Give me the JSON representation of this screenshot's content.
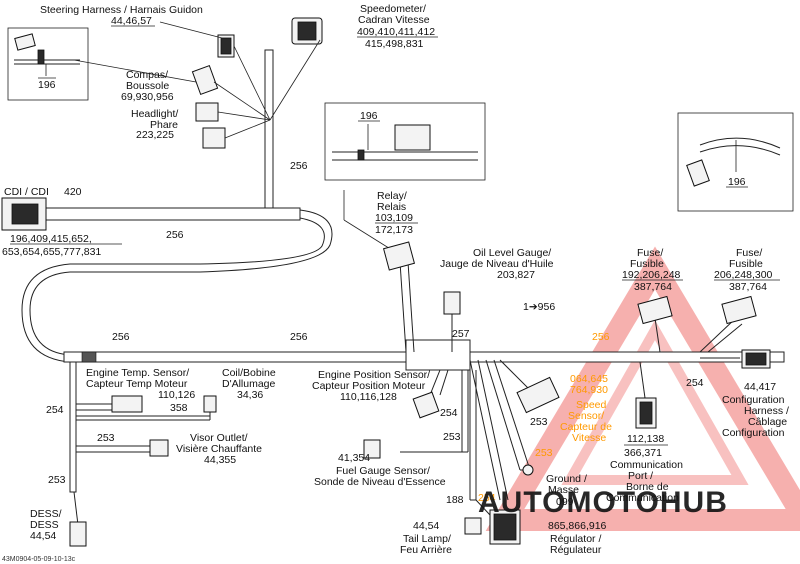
{
  "labels": {
    "steering_harness": "Steering Harness / Harnais Guidon",
    "steering_harness_nums": "44,46,57",
    "speedometer_1": "Speedometer/",
    "speedometer_2": "Cadran Vitesse",
    "speedometer_nums_1": "409,410,411,412",
    "speedometer_nums_2": "415,498,831",
    "inset_196_a": "196",
    "compas_1": "Compas/",
    "compas_2": "Boussole",
    "compas_nums": "69,930,956",
    "headlight_1": "Headlight/",
    "headlight_2": "Phare",
    "headlight_nums": "223,225",
    "inset_196_b": "196",
    "inset_196_c": "196",
    "wire_256_a": "256",
    "cdi": "CDI / CDI",
    "cdi_num": "420",
    "cdi_nums_1": "196,409,415,652,",
    "cdi_nums_2": "653,654,655,777,831",
    "wire_256_b": "256",
    "relay_1": "Relay/",
    "relay_2": "Relais",
    "relay_nums_1": "103,109",
    "relay_nums_2": "172,173",
    "oil_1": "Oil Level Gauge/",
    "oil_2": "Jauge de Niveau d'Huile",
    "oil_nums": "203,827",
    "fuse_a_1": "Fuse/",
    "fuse_a_2": "Fusible",
    "fuse_a_nums_1": "192,206,248",
    "fuse_a_nums_2": "387,764",
    "fuse_b_1": "Fuse/",
    "fuse_b_2": "Fusible",
    "fuse_b_nums_1": "206,248,300",
    "fuse_b_nums_2": "387,764",
    "ref_956": "1➔956",
    "wire_256_c": "256",
    "wire_256_d": "256",
    "wire_257": "257",
    "wire_256_e": "256",
    "engine_temp_1": "Engine Temp. Sensor/",
    "engine_temp_2": "Capteur Temp Moteur",
    "engine_temp_nums": "110,126",
    "engine_temp_358": "358",
    "coil_1": "Coil/Bobine",
    "coil_2": "D'Allumage",
    "coil_nums": "34,36",
    "engine_pos_1": "Engine Position Sensor/",
    "engine_pos_2": "Capteur Position Moteur",
    "engine_pos_nums": "110,116,128",
    "wire_254_a": "254",
    "wire_254_b": "254",
    "wire_254_c": "254",
    "wire_253_a": "253",
    "wire_253_b": "253",
    "wire_253_c": "253",
    "wire_253_d": "253",
    "wire_253_e": "253",
    "speed_nums_1": "064,645",
    "speed_nums_2": "764,930",
    "speed_1": "Speed",
    "speed_2": "Sensor/",
    "speed_3": "Capteur de",
    "speed_4": "Vitesse",
    "config_nums": "44,417",
    "config_1": "Configuration",
    "config_2": "Harness /",
    "config_3": "Câblage",
    "config_4": "Configuration",
    "visor_1": "Visor Outlet/",
    "visor_2": "Visière Chauffante",
    "visor_nums": "44,355",
    "fuel_nums": "41,354",
    "fuel_1": "Fuel Gauge Sensor/",
    "fuel_2": "Sonde de Niveau d'Essence",
    "comm_nums_1": "112,138",
    "comm_nums_2": "366,371",
    "comm_1": "Communication",
    "comm_2": "Port /",
    "comm_3": "Borne de",
    "comm_4": "Communication",
    "ground_1": "Ground /",
    "ground_2": "Masse",
    "ground_num": "099",
    "wire_188": "188",
    "wire_254_orange": "254",
    "dess_1": "DESS/",
    "dess_2": "DESS",
    "dess_nums": "44,54",
    "tail_nums": "44,54",
    "tail_1": "Tail Lamp/",
    "tail_2": "Feu Arrière",
    "reg_nums": "865,866,916",
    "reg_1": "Régulator /",
    "reg_2": "Régulateur",
    "footer_code": "43M0904-05-09-10-13c",
    "watermark": "AUTOMOTOHUB"
  },
  "colors": {
    "line": "#222222",
    "watermark_red": "#e8322c",
    "watermark_orange": "#f5a623",
    "watermark_grey": "#8a8a8a"
  }
}
